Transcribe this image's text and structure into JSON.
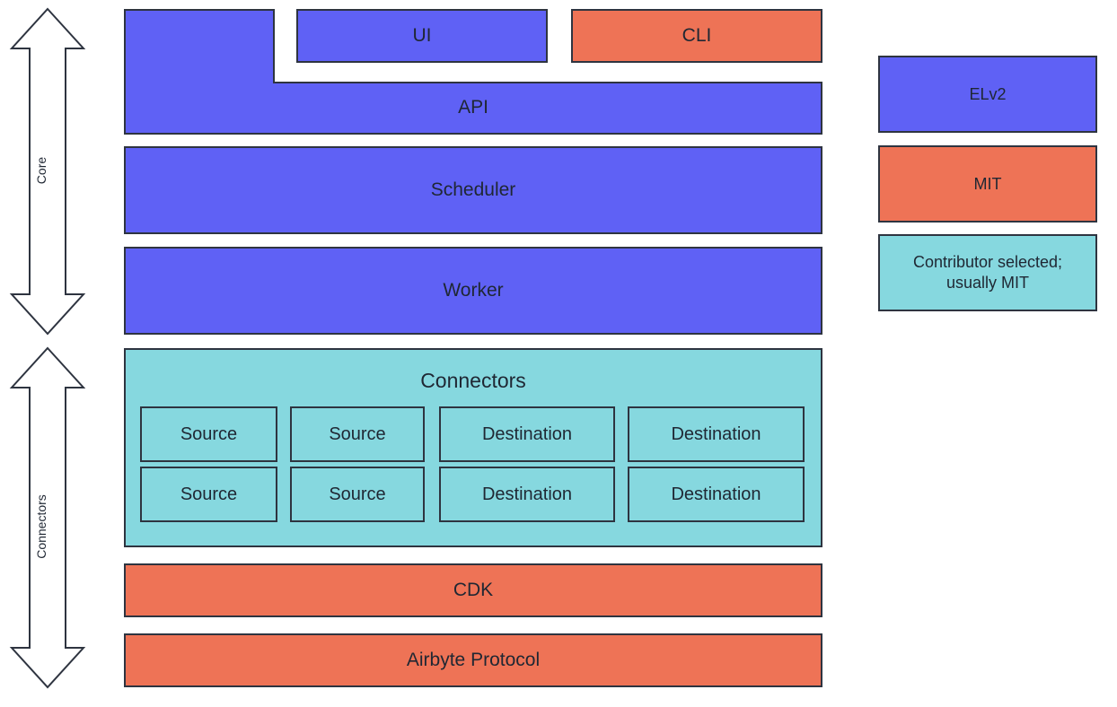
{
  "arrows": {
    "core_label": "Core",
    "connectors_label": "Connectors"
  },
  "stack": {
    "ui": "UI",
    "cli": "CLI",
    "api": "API",
    "scheduler": "Scheduler",
    "worker": "Worker",
    "connectors": {
      "title": "Connectors",
      "rows": [
        [
          "Source",
          "Source",
          "Destination",
          "Destination"
        ],
        [
          "Source",
          "Source",
          "Destination",
          "Destination"
        ]
      ]
    },
    "cdk": "CDK",
    "protocol": "Airbyte Protocol"
  },
  "legend": {
    "elv2": "ELv2",
    "mit": "MIT",
    "contrib": "Contributor selected; usually MIT"
  },
  "colors": {
    "elv2": "#5f61f5",
    "mit": "#ee7356",
    "contributor": "#86d8df",
    "border": "#2e3440"
  }
}
